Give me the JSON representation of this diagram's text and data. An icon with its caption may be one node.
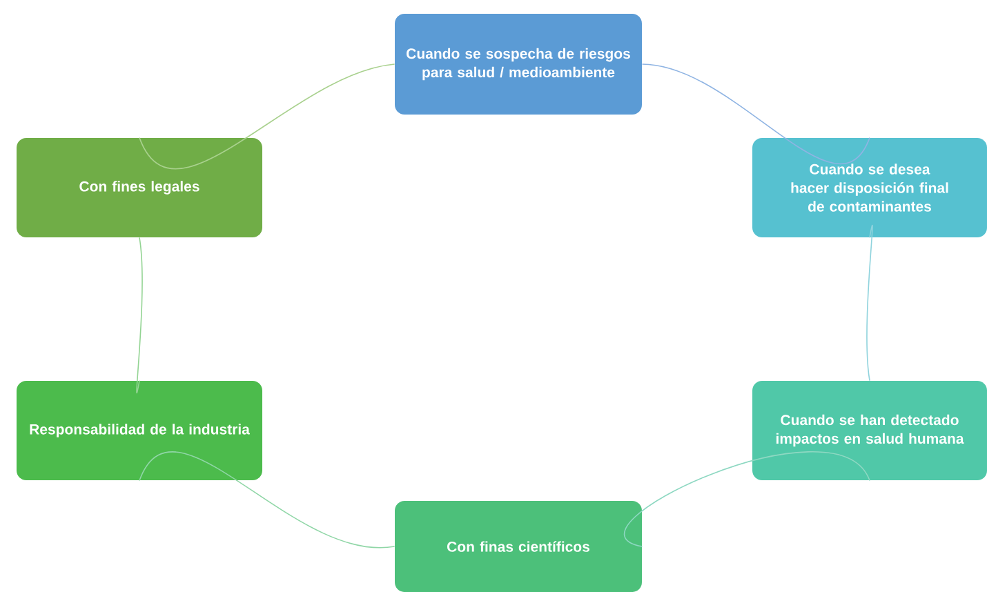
{
  "diagram": {
    "nodes": [
      {
        "text": [
          "Cuando se sospecha de riesgos para salud / medioambiente"
        ]
      },
      {
        "text": [
          "Con fines legales"
        ]
      },
      {
        "text": [
          "Cuando se desea hacer disposición final de contaminantes"
        ]
      },
      {
        "text": [
          "Responsabilidad de la industria"
        ]
      },
      {
        "text": [
          "Cuando se han detectado impactos en salud humana"
        ]
      },
      {
        "text": [
          "Con finas científicos"
        ]
      }
    ],
    "edges": [
      {
        "from": 0,
        "to": 2,
        "arrow": "none",
        "color": "#8fb4e3"
      },
      {
        "from": 2,
        "to": 4,
        "arrow": "none",
        "color": "#8fd3dd"
      },
      {
        "from": 4,
        "to": 5,
        "arrow": "none",
        "color": "#8ed8c2"
      },
      {
        "from": 5,
        "to": 3,
        "arrow": "none",
        "color": "#8fd6a6"
      },
      {
        "from": 3,
        "to": 1,
        "arrow": "none",
        "color": "#93d493"
      },
      {
        "from": 1,
        "to": 0,
        "arrow": "none",
        "color": "#a9d18e"
      }
    ]
  }
}
